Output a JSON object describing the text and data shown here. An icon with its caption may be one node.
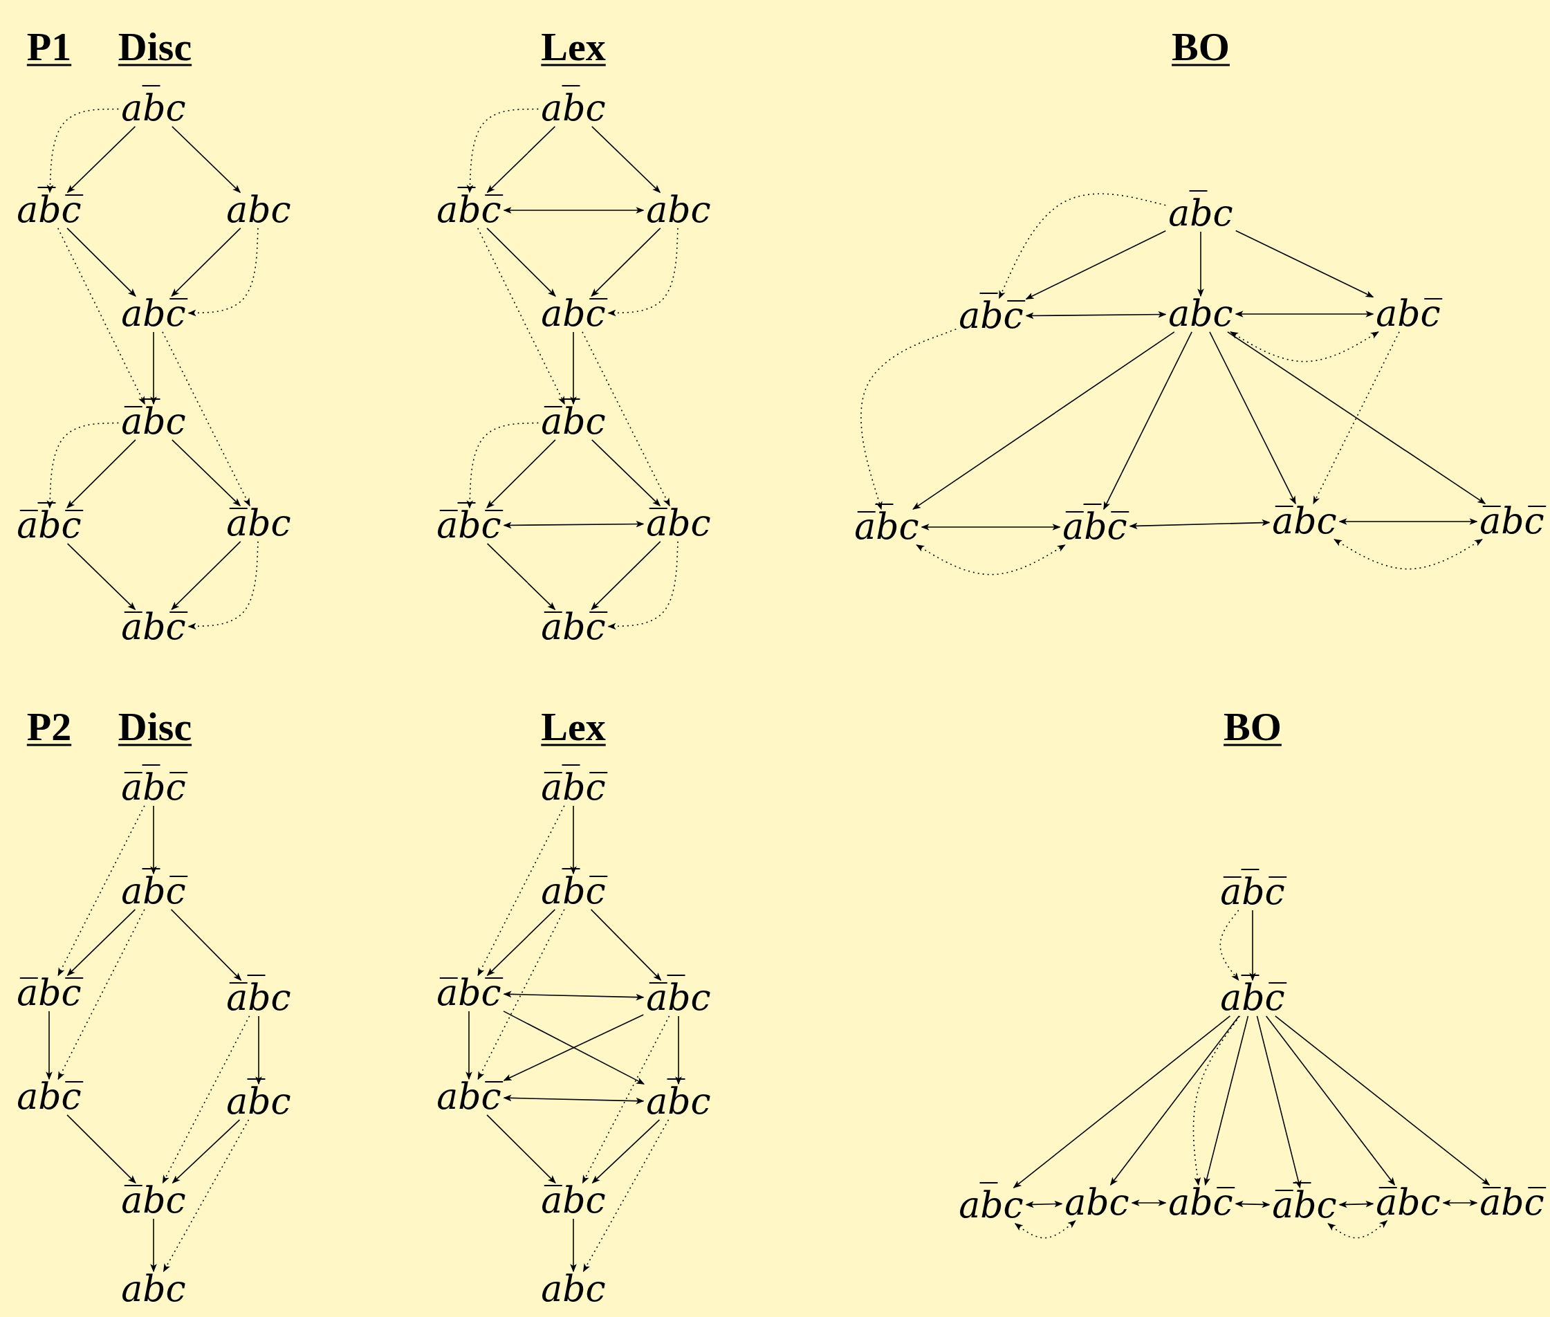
{
  "diagram": {
    "nodes": [
      {
        "text": [
          "ab̅c"
        ]
      },
      {
        "text": [
          "ab̅c̅"
        ]
      },
      {
        "text": [
          "abc"
        ]
      },
      {
        "text": [
          "abc̅"
        ]
      },
      {
        "text": [
          "a̅b̅c"
        ]
      },
      {
        "text": [
          "a̅b̅c̅"
        ]
      },
      {
        "text": [
          "a̅bc"
        ]
      },
      {
        "text": [
          "a̅bc̅"
        ]
      },
      {
        "text": [
          "ab̅c"
        ]
      },
      {
        "text": [
          "ab̅c̅"
        ]
      },
      {
        "text": [
          "abc"
        ]
      },
      {
        "text": [
          "abc̅"
        ]
      },
      {
        "text": [
          "a̅b̅c"
        ]
      },
      {
        "text": [
          "a̅b̅c̅"
        ]
      },
      {
        "text": [
          "a̅bc"
        ]
      },
      {
        "text": [
          "a̅bc̅"
        ]
      },
      {
        "text": [
          "ab̅c"
        ]
      },
      {
        "text": [
          "ab̅c̅"
        ]
      },
      {
        "text": [
          "abc"
        ]
      },
      {
        "text": [
          "abc̅"
        ]
      },
      {
        "text": [
          "a̅b̅c"
        ]
      },
      {
        "text": [
          "a̅b̅c̅"
        ]
      },
      {
        "text": [
          "a̅bc"
        ]
      },
      {
        "text": [
          "a̅bc̅"
        ]
      },
      {
        "text": [
          "a̅b̅c̅"
        ]
      },
      {
        "text": [
          "ab̅c̅"
        ]
      },
      {
        "text": [
          "a̅bc̅"
        ]
      },
      {
        "text": [
          "a̅b̅c"
        ]
      },
      {
        "text": [
          "abc̅"
        ]
      },
      {
        "text": [
          "ab̅c"
        ]
      },
      {
        "text": [
          "a̅bc"
        ]
      },
      {
        "text": [
          "abc"
        ]
      },
      {
        "text": [
          "a̅b̅c̅"
        ]
      },
      {
        "text": [
          "ab̅c̅"
        ]
      },
      {
        "text": [
          "a̅bc̅"
        ]
      },
      {
        "text": [
          "a̅b̅c"
        ]
      },
      {
        "text": [
          "abc̅"
        ]
      },
      {
        "text": [
          "ab̅c"
        ]
      },
      {
        "text": [
          "a̅bc"
        ]
      },
      {
        "text": [
          "abc"
        ]
      },
      {
        "text": [
          "a̅b̅c̅"
        ]
      },
      {
        "text": [
          "ab̅c̅"
        ]
      },
      {
        "text": [
          "ab̅c"
        ]
      },
      {
        "text": [
          "abc"
        ]
      },
      {
        "text": [
          "abc̅"
        ]
      },
      {
        "text": [
          "a̅b̅c"
        ]
      },
      {
        "text": [
          "a̅bc"
        ]
      },
      {
        "text": [
          "a̅bc̅"
        ]
      }
    ],
    "edges": [
      {
        "from": 0,
        "to": 1,
        "arrow": "to"
      },
      {
        "from": 0,
        "to": 2,
        "arrow": "to"
      },
      {
        "from": 1,
        "to": 3,
        "arrow": "to"
      },
      {
        "from": 2,
        "to": 3,
        "arrow": "to"
      },
      {
        "from": 3,
        "to": 4,
        "arrow": "to"
      },
      {
        "from": 4,
        "to": 5,
        "arrow": "to"
      },
      {
        "from": 4,
        "to": 6,
        "arrow": "to"
      },
      {
        "from": 5,
        "to": 7,
        "arrow": "to"
      },
      {
        "from": 6,
        "to": 7,
        "arrow": "to"
      },
      {
        "from": 0,
        "to": 1,
        "arrow": "to",
        "style": "dashed"
      },
      {
        "from": 2,
        "to": 3,
        "arrow": "to",
        "style": "dashed"
      },
      {
        "from": 1,
        "to": 4,
        "arrow": "to",
        "style": "dashed"
      },
      {
        "from": 3,
        "to": 6,
        "arrow": "to",
        "style": "dashed"
      },
      {
        "from": 4,
        "to": 5,
        "arrow": "to",
        "style": "dashed"
      },
      {
        "from": 6,
        "to": 7,
        "arrow": "to",
        "style": "dashed"
      },
      {
        "from": 8,
        "to": 9,
        "arrow": "to"
      },
      {
        "from": 8,
        "to": 10,
        "arrow": "to"
      },
      {
        "from": 9,
        "to": 10,
        "arrow": "both"
      },
      {
        "from": 9,
        "to": 11,
        "arrow": "to"
      },
      {
        "from": 10,
        "to": 11,
        "arrow": "to"
      },
      {
        "from": 11,
        "to": 12,
        "arrow": "to"
      },
      {
        "from": 12,
        "to": 13,
        "arrow": "to"
      },
      {
        "from": 12,
        "to": 14,
        "arrow": "to"
      },
      {
        "from": 13,
        "to": 14,
        "arrow": "both"
      },
      {
        "from": 13,
        "to": 15,
        "arrow": "to"
      },
      {
        "from": 14,
        "to": 15,
        "arrow": "to"
      },
      {
        "from": 8,
        "to": 9,
        "arrow": "to",
        "style": "dashed"
      },
      {
        "from": 10,
        "to": 11,
        "arrow": "to",
        "style": "dashed"
      },
      {
        "from": 9,
        "to": 12,
        "arrow": "to",
        "style": "dashed"
      },
      {
        "from": 11,
        "to": 14,
        "arrow": "to",
        "style": "dashed"
      },
      {
        "from": 12,
        "to": 13,
        "arrow": "to",
        "style": "dashed"
      },
      {
        "from": 14,
        "to": 15,
        "arrow": "to",
        "style": "dashed"
      },
      {
        "from": 16,
        "to": 17,
        "arrow": "to"
      },
      {
        "from": 16,
        "to": 18,
        "arrow": "to"
      },
      {
        "from": 16,
        "to": 19,
        "arrow": "to"
      },
      {
        "from": 17,
        "to": 18,
        "arrow": "both"
      },
      {
        "from": 18,
        "to": 19,
        "arrow": "both"
      },
      {
        "from": 18,
        "to": 20,
        "arrow": "to"
      },
      {
        "from": 18,
        "to": 21,
        "arrow": "to"
      },
      {
        "from": 18,
        "to": 22,
        "arrow": "to"
      },
      {
        "from": 18,
        "to": 23,
        "arrow": "to"
      },
      {
        "from": 20,
        "to": 21,
        "arrow": "both"
      },
      {
        "from": 21,
        "to": 22,
        "arrow": "both"
      },
      {
        "from": 22,
        "to": 23,
        "arrow": "both"
      },
      {
        "from": 16,
        "to": 17,
        "arrow": "to",
        "style": "dashed"
      },
      {
        "from": 18,
        "to": 19,
        "arrow": "both",
        "style": "dashed"
      },
      {
        "from": 17,
        "to": 20,
        "arrow": "to",
        "style": "dashed"
      },
      {
        "from": 19,
        "to": 22,
        "arrow": "to",
        "style": "dashed"
      },
      {
        "from": 20,
        "to": 21,
        "arrow": "both",
        "style": "dashed"
      },
      {
        "from": 22,
        "to": 23,
        "arrow": "both",
        "style": "dashed"
      },
      {
        "from": 24,
        "to": 25,
        "arrow": "to"
      },
      {
        "from": 25,
        "to": 26,
        "arrow": "to"
      },
      {
        "from": 25,
        "to": 27,
        "arrow": "to"
      },
      {
        "from": 26,
        "to": 28,
        "arrow": "to"
      },
      {
        "from": 27,
        "to": 29,
        "arrow": "to"
      },
      {
        "from": 28,
        "to": 30,
        "arrow": "to"
      },
      {
        "from": 29,
        "to": 30,
        "arrow": "to"
      },
      {
        "from": 30,
        "to": 31,
        "arrow": "to"
      },
      {
        "from": 24,
        "to": 26,
        "arrow": "to",
        "style": "dashed"
      },
      {
        "from": 25,
        "to": 28,
        "arrow": "to",
        "style": "dashed"
      },
      {
        "from": 27,
        "to": 30,
        "arrow": "to",
        "style": "dashed"
      },
      {
        "from": 29,
        "to": 31,
        "arrow": "to",
        "style": "dashed"
      },
      {
        "from": 32,
        "to": 33,
        "arrow": "to"
      },
      {
        "from": 33,
        "to": 34,
        "arrow": "to"
      },
      {
        "from": 33,
        "to": 35,
        "arrow": "to"
      },
      {
        "from": 34,
        "to": 35,
        "arrow": "both"
      },
      {
        "from": 34,
        "to": 36,
        "arrow": "to"
      },
      {
        "from": 34,
        "to": 37,
        "arrow": "to"
      },
      {
        "from": 35,
        "to": 36,
        "arrow": "to"
      },
      {
        "from": 35,
        "to": 37,
        "arrow": "to"
      },
      {
        "from": 36,
        "to": 37,
        "arrow": "both"
      },
      {
        "from": 36,
        "to": 38,
        "arrow": "to"
      },
      {
        "from": 37,
        "to": 38,
        "arrow": "to"
      },
      {
        "from": 38,
        "to": 39,
        "arrow": "to"
      },
      {
        "from": 32,
        "to": 34,
        "arrow": "to",
        "style": "dashed"
      },
      {
        "from": 33,
        "to": 36,
        "arrow": "to",
        "style": "dashed"
      },
      {
        "from": 35,
        "to": 38,
        "arrow": "to",
        "style": "dashed"
      },
      {
        "from": 37,
        "to": 39,
        "arrow": "to",
        "style": "dashed"
      },
      {
        "from": 40,
        "to": 41,
        "arrow": "to"
      },
      {
        "from": 41,
        "to": 42,
        "arrow": "to"
      },
      {
        "from": 41,
        "to": 43,
        "arrow": "to"
      },
      {
        "from": 41,
        "to": 44,
        "arrow": "to"
      },
      {
        "from": 41,
        "to": 45,
        "arrow": "to"
      },
      {
        "from": 41,
        "to": 46,
        "arrow": "to"
      },
      {
        "from": 41,
        "to": 47,
        "arrow": "to"
      },
      {
        "from": 42,
        "to": 43,
        "arrow": "both"
      },
      {
        "from": 43,
        "to": 44,
        "arrow": "both"
      },
      {
        "from": 44,
        "to": 45,
        "arrow": "both"
      },
      {
        "from": 45,
        "to": 46,
        "arrow": "both"
      },
      {
        "from": 46,
        "to": 47,
        "arrow": "both"
      },
      {
        "from": 40,
        "to": 41,
        "arrow": "to",
        "style": "dashed"
      },
      {
        "from": 41,
        "to": 44,
        "arrow": "to",
        "style": "dashed"
      },
      {
        "from": 42,
        "to": 43,
        "arrow": "both",
        "style": "dashed"
      },
      {
        "from": 45,
        "to": 46,
        "arrow": "both",
        "style": "dashed"
      }
    ],
    "labels": [
      "P1",
      "Disc",
      "Lex",
      "BO",
      "P2",
      "Disc",
      "Lex",
      "BO"
    ]
  }
}
